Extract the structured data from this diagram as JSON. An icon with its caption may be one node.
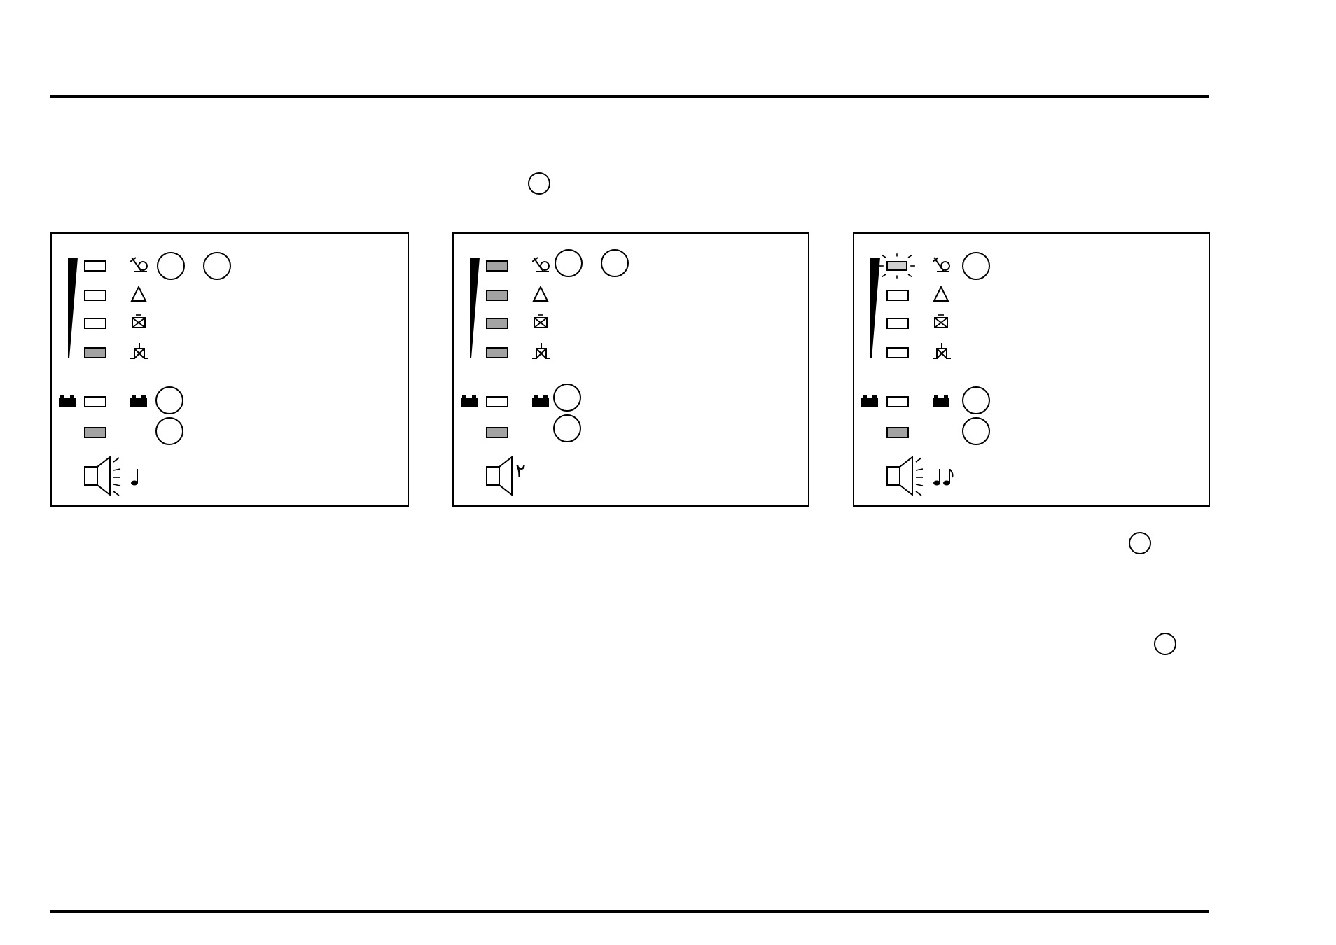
{
  "diagram": {
    "nodes": [
      {
        "text": [],
        "shape": "circle"
      },
      {
        "text": [],
        "shape": "box"
      },
      {
        "text": [],
        "shape": "circle",
        "in": 1
      },
      {
        "text": [],
        "shape": "circle",
        "in": 1
      },
      {
        "text": [],
        "shape": "circle",
        "in": 1
      },
      {
        "text": [],
        "shape": "circle",
        "in": 1
      },
      {
        "text": [],
        "shape": "box"
      },
      {
        "text": [],
        "shape": "circle",
        "in": 6
      },
      {
        "text": [],
        "shape": "circle",
        "in": 6
      },
      {
        "text": [],
        "shape": "circle",
        "in": 6
      },
      {
        "text": [],
        "shape": "circle",
        "in": 6
      },
      {
        "text": [],
        "shape": "box"
      },
      {
        "text": [],
        "shape": "circle",
        "in": 11
      },
      {
        "text": [],
        "shape": "circle",
        "in": 11
      },
      {
        "text": [],
        "shape": "circle",
        "in": 11
      },
      {
        "text": [],
        "shape": "circle"
      },
      {
        "text": [],
        "shape": "circle"
      }
    ],
    "labels": [
      "٢"
    ]
  }
}
